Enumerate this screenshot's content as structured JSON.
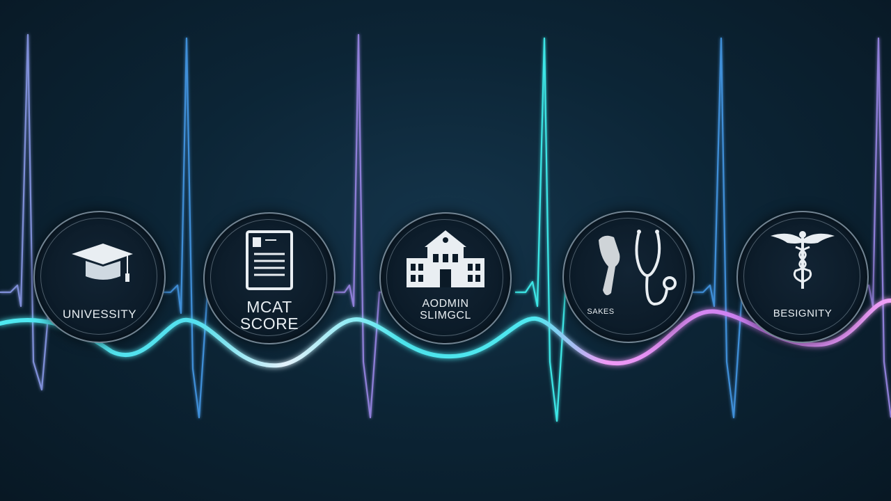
{
  "stages": [
    {
      "id": "university",
      "icon": "graduation-cap-icon",
      "lines": [
        "UNIVESSITY"
      ]
    },
    {
      "id": "mcat",
      "icon": "score-document-icon",
      "lines": [
        "MCAT",
        "SCORE"
      ]
    },
    {
      "id": "admin",
      "icon": "school-building-icon",
      "lines": [
        "AODMIN",
        "SLIMGCL"
      ]
    },
    {
      "id": "sakes",
      "icon": "stethoscope-icon",
      "lines": [
        "SAKES"
      ]
    },
    {
      "id": "residency",
      "icon": "caduceus-icon",
      "lines": [
        "BESIGNITY"
      ]
    }
  ],
  "colors": {
    "pulse_cyan": "#3ee6e6",
    "pulse_blue": "#3f8fd8",
    "pulse_violet": "#8f7fd8",
    "wave_cyan": "#4fe8f0",
    "wave_white": "#d7e9f7",
    "wave_pink": "#f09af5"
  }
}
